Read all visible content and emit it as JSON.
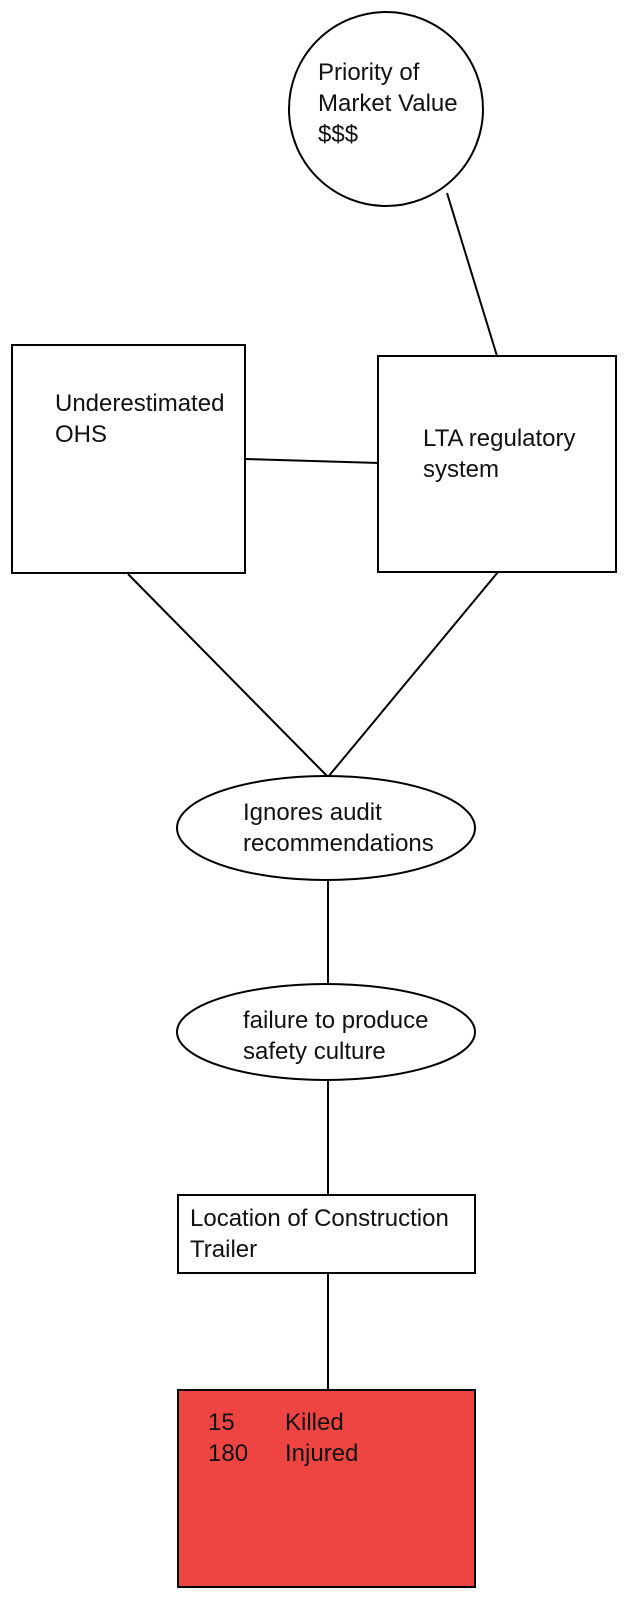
{
  "page": {
    "background": "#ffffff",
    "stroke_color": "#000000",
    "text_color": "#111111"
  },
  "nodes": {
    "priority_circle": {
      "line1": "Priority of",
      "line2": "Market Value",
      "line3": "$$$"
    },
    "ohs_box": {
      "line1": "Underestimated",
      "line2": "OHS"
    },
    "lta_box": {
      "line1": "LTA regulatory",
      "line2": "system"
    },
    "audit_ellipse": {
      "line1": "Ignores audit",
      "line2": "recommendations"
    },
    "safety_ellipse": {
      "line1": "failure to produce",
      "line2": "safety culture"
    },
    "trailer_box": {
      "line1": "Location of Construction",
      "line2": "Trailer"
    },
    "casualty_box": {
      "fill": "#ee4543",
      "rows": [
        {
          "value": "15",
          "label": "Killed"
        },
        {
          "value": "180",
          "label": "Injured"
        }
      ]
    }
  }
}
